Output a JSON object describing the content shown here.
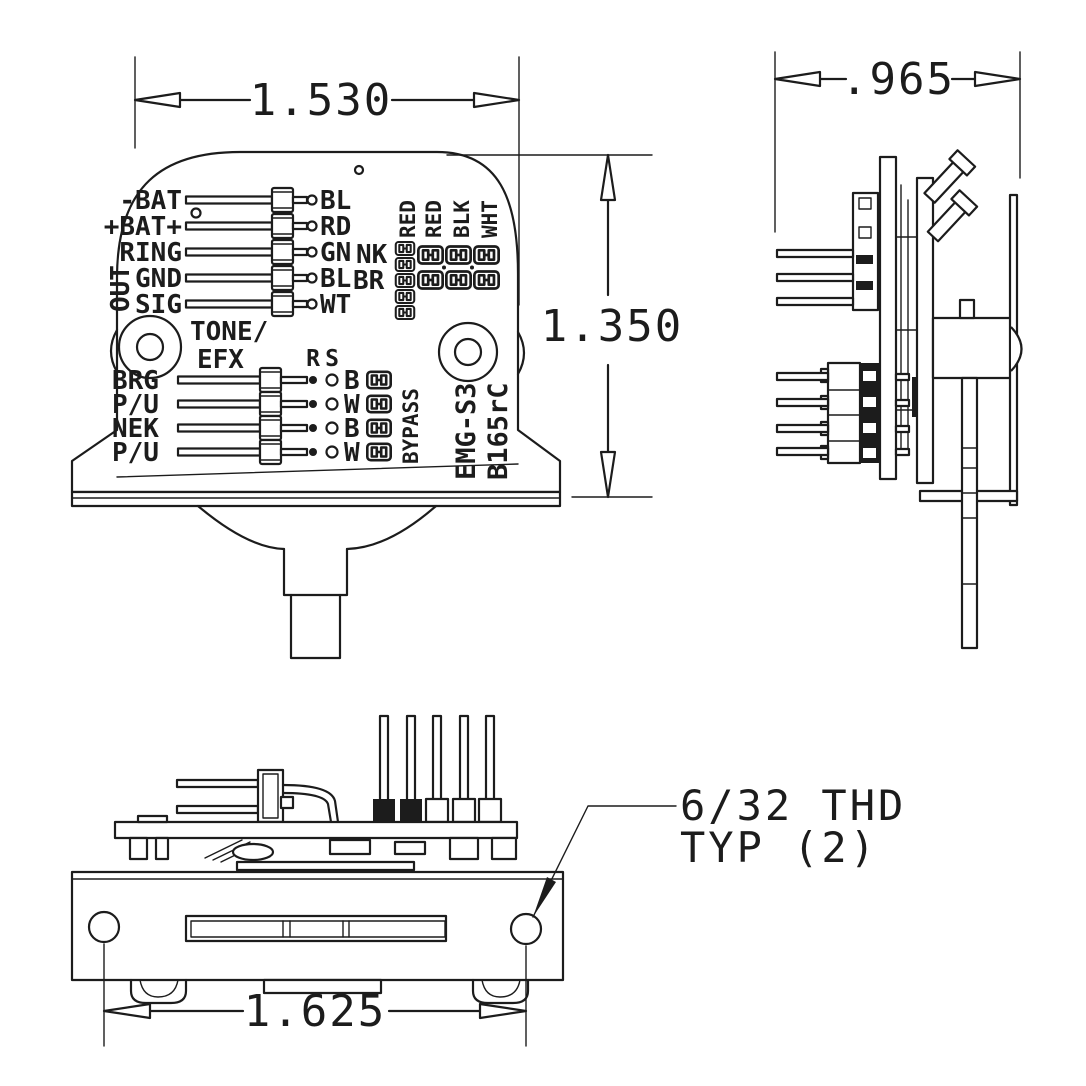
{
  "colors": {
    "line": "#1c1c1c",
    "background": "#ffffff"
  },
  "views": {
    "front": {
      "width_dim": "1.530",
      "height_dim": "1.350",
      "out_group_label": "OUT",
      "top_rows": [
        {
          "signal": "-BAT",
          "wire": "BL"
        },
        {
          "signal": "+BAT+",
          "wire": "RD"
        },
        {
          "signal": "RING",
          "wire": "GN"
        },
        {
          "signal": "GND",
          "wire": "BL"
        },
        {
          "signal": "SIG",
          "wire": "WT"
        }
      ],
      "jumper_row_labels": [
        "NK",
        "BR"
      ],
      "jumper_column_labels": [
        "RED",
        "RED",
        "BLK",
        "WHT"
      ],
      "tone_line1": "TONE/",
      "tone_line2": "EFX",
      "switch_header_r": "R",
      "switch_header_s": "S",
      "bottom_rows": [
        {
          "signal": "BRG",
          "wire": "B"
        },
        {
          "signal": "P/U",
          "wire": "W"
        },
        {
          "signal": "NEK",
          "wire": "B"
        },
        {
          "signal": "P/U",
          "wire": "W"
        }
      ],
      "bypass_label": "BYPASS",
      "model_line1": "EMG-S3",
      "model_line2": "B165rC"
    },
    "side": {
      "width_dim": ".965"
    },
    "bottom": {
      "width_dim": "1.625",
      "thread_note_line1": "6/32 THD",
      "thread_note_line2": "TYP (2)"
    }
  }
}
